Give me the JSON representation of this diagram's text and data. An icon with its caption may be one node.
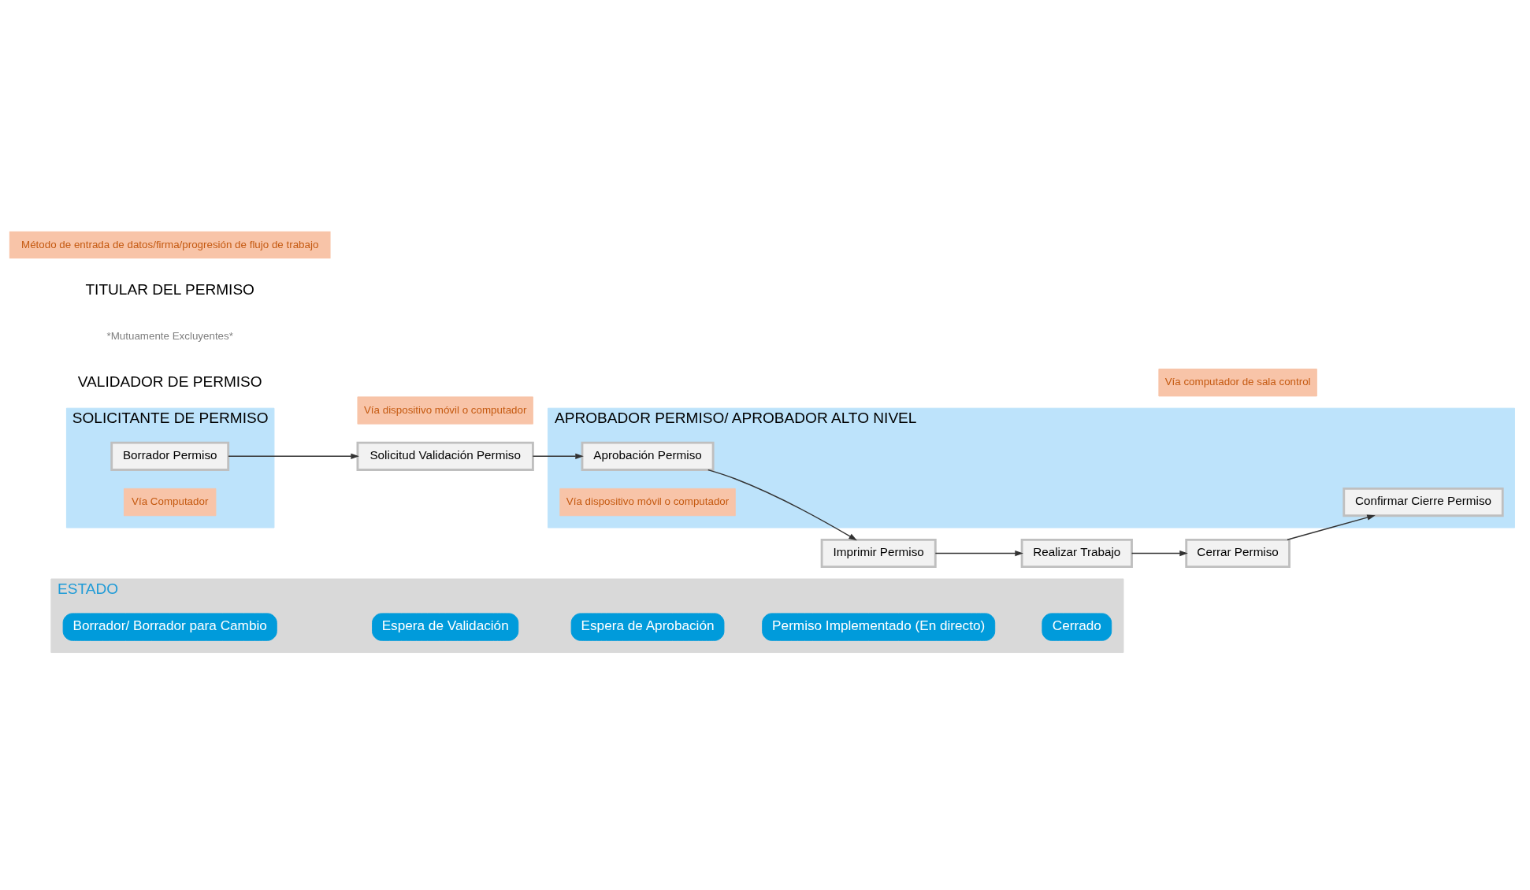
{
  "diagram": {
    "nodes": [
      {
        "text": [
          "ESTADO"
        ]
      },
      {
        "text": [
          "Borrador/ Borrador para Cambio"
        ],
        "in": 0
      },
      {
        "text": [
          "Espera de Validación"
        ],
        "in": 0
      },
      {
        "text": [
          "Espera de Aprobación"
        ],
        "in": 0
      },
      {
        "text": [
          "Permiso Implementado (En directo)"
        ],
        "in": 0
      },
      {
        "text": [
          "Cerrado"
        ],
        "in": 0
      },
      {
        "text": [
          "SOLICITANTE DE PERMISO"
        ]
      },
      {
        "text": [
          "Borrador Permiso"
        ],
        "in": 6
      },
      {
        "text": [
          "Vía Computador"
        ],
        "in": 6
      },
      {
        "text": [
          "Solicitud Validación Permiso"
        ]
      },
      {
        "text": [
          "Vía dispositivo móvil o computador"
        ]
      },
      {
        "text": [
          "APROBADOR PERMISO/ APROBADOR ALTO NIVEL"
        ]
      },
      {
        "text": [
          "Aprobación Permiso"
        ],
        "in": 11
      },
      {
        "text": [
          "Vía dispositivo móvil o computador"
        ],
        "in": 11
      },
      {
        "text": [
          "Confirmar Cierre Permiso"
        ],
        "in": 11
      },
      {
        "text": [
          "Imprimir Permiso"
        ]
      },
      {
        "text": [
          "Realizar Trabajo"
        ]
      },
      {
        "text": [
          "Cerrar Permiso"
        ]
      },
      {
        "text": [
          "Vía computador de sala control"
        ]
      }
    ],
    "edges": [
      {
        "from": 7,
        "to": 9,
        "arrow": "to"
      },
      {
        "from": 9,
        "to": 12,
        "arrow": "to"
      },
      {
        "from": 12,
        "to": 15,
        "arrow": "to"
      },
      {
        "from": 15,
        "to": 16,
        "arrow": "to"
      },
      {
        "from": 16,
        "to": 17,
        "arrow": "to"
      },
      {
        "from": 17,
        "to": 14,
        "arrow": "to"
      }
    ],
    "labels": [
      "VALIDADOR DE PERMISO",
      "*Mutuamente Excluyentes*",
      "TITULAR DEL PERMISO"
    ],
    "legend": [
      {
        "text": "Método de entrada de datos/firma/progresión de flujo de trabajo",
        "color": "#f8c4a8"
      }
    ]
  }
}
